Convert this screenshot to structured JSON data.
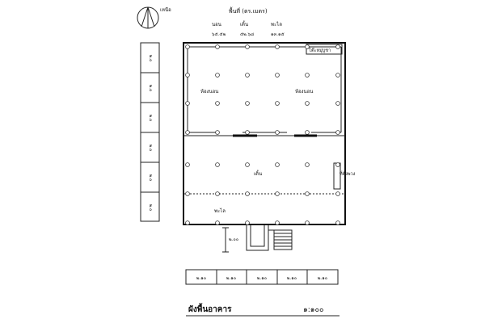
{
  "north": {
    "label": "เหนือ"
  },
  "header": {
    "title": "พื้นที่ (ตร.เมตร)",
    "columns": [
      "นอน",
      "เติ้น",
      "พะไล"
    ],
    "values": [
      "๖๕.๕๒",
      "๕๒.๖๘",
      "๑๓.๑๕"
    ]
  },
  "rooms": {
    "bedroom_left": "ห้องนอน",
    "bedroom_right": "ห้องนอน",
    "terrace": "เติ้น",
    "veranda": "พะไล",
    "shrine": "โต๊ะหมู่บูชา",
    "toilet": "ที่ตั้งพวง"
  },
  "dimensions": {
    "stair_setback": "๒.๐๐",
    "left_bays": [
      "๒.๐",
      "๒.๐",
      "๒.๐",
      "๒.๐",
      "๒.๐",
      "๒.๐"
    ],
    "bottom_bays": [
      "๒.๑๐",
      "๒.๑๐",
      "๒.๑๐",
      "๒.๑๐",
      "๒.๑๐"
    ]
  },
  "footer": {
    "caption": "ผังพื้นอาคาร",
    "scale": "๑:๑๐๐"
  }
}
